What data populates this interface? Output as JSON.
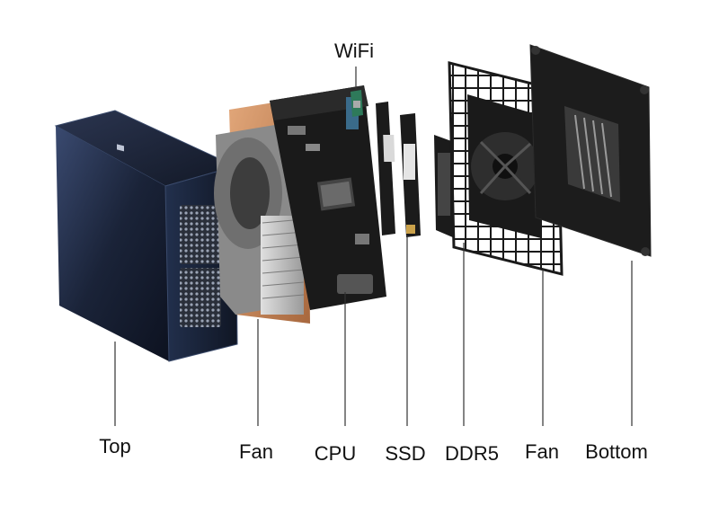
{
  "labels": {
    "wifi": "WiFi",
    "top": "Top",
    "fan_left": "Fan",
    "cpu": "CPU",
    "ssd": "SSD",
    "ddr5": "DDR5",
    "fan_right": "Fan",
    "bottom": "Bottom"
  },
  "colors": {
    "case": "#1c2333",
    "case_edge": "#3a4a6b",
    "board": "#1a1a1a",
    "copper": "#c98a5a",
    "heatsink": "#b9b9b9",
    "line": "#333333"
  }
}
